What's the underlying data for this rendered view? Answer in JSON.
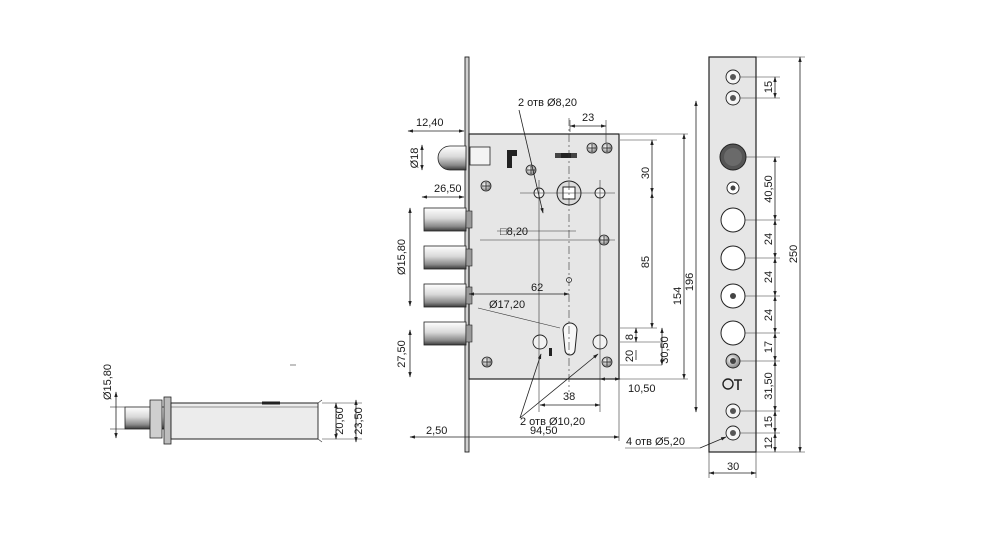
{
  "side_view": {
    "dims": {
      "bolt_diameter": "Ø15,80",
      "h1": "20,60",
      "h2": "23,50"
    }
  },
  "front_view": {
    "dims": {
      "d18": "Ø18",
      "d12_40": "12,40",
      "d26_50": "26,50",
      "d15_80": "Ø15,80",
      "d27_50": "27,50",
      "holes_8_20": "2 отв Ø8,20",
      "d23": "23",
      "d30": "30",
      "sq8_20": "□8,20",
      "d85": "85",
      "d154": "154",
      "d196": "196",
      "d62": "62",
      "d17_20": "Ø17,20",
      "d8": "8",
      "d20": "20",
      "d30_50": "30,50",
      "d10_50": "10,50",
      "d38": "38",
      "holes_10_20": "2 отв Ø10,20",
      "d2_50": "2,50",
      "d94_50": "94,50"
    }
  },
  "faceplate": {
    "dims": {
      "d15_top": "15",
      "d40_50": "40,50",
      "d24_a": "24",
      "d24_b": "24",
      "d24_c": "24",
      "d17": "17",
      "d31_50": "31,50",
      "d15_bottom": "15",
      "d12": "12",
      "d250": "250",
      "d30_width": "30",
      "holes_5_20": "4 отв Ø5,20"
    }
  }
}
